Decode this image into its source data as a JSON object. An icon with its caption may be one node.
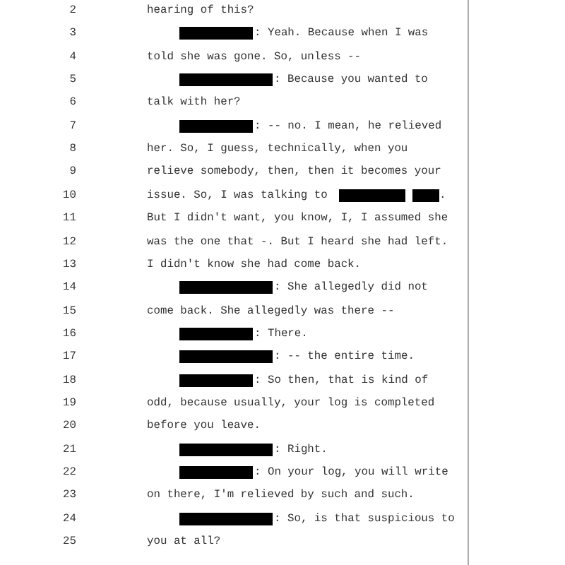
{
  "diagram": {
    "labels": [
      "2",
      "hearing of this?",
      "3",
      ": Yeah. Because when I was",
      "4",
      "told she was gone. So, unless --",
      "5",
      ": Because you wanted to",
      "6",
      "talk with her?",
      "7",
      ": -- no. I mean, he relieved",
      "8",
      "her. So, I guess, technically, when you",
      "9",
      "relieve somebody, then, then it becomes your",
      "10",
      "issue. So, I was talking to",
      ".",
      "11",
      "But I didn't want, you know, I, I assumed she",
      "12",
      "was the one that -. But I heard she had left.",
      "13",
      "I didn't know she had come back.",
      "14",
      ": She allegedly did not",
      "15",
      "come back. She allegedly was there --",
      "16",
      ": There.",
      "17",
      ": -- the entire time.",
      "18",
      ": So then, that is kind of",
      "19",
      "odd, because usually, your log is completed",
      "20",
      "before you leave.",
      "21",
      ": Right.",
      "22",
      ": On your log, you will write",
      "23",
      "on there, I'm relieved by such and such.",
      "24",
      ": So, is that suspicious to",
      "25",
      "you at all?"
    ]
  }
}
